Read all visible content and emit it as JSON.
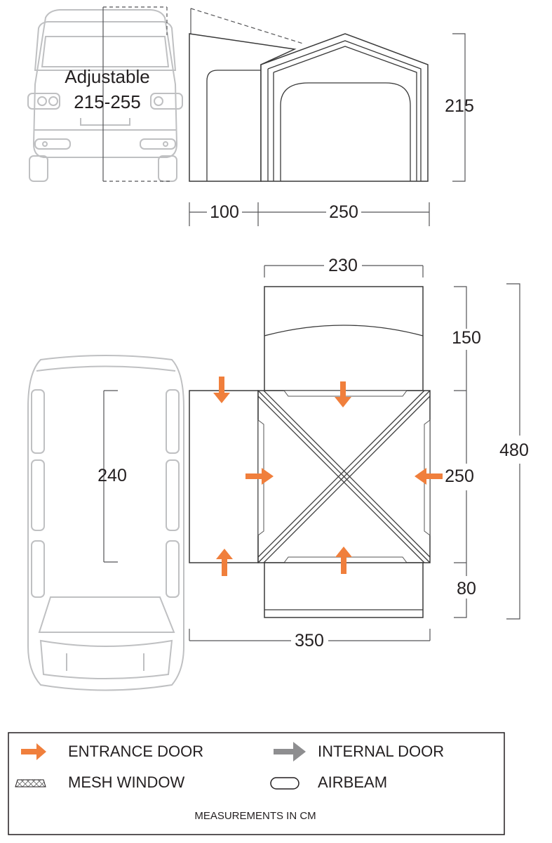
{
  "rear_view": {
    "vehicle_label_line1": "Adjustable",
    "vehicle_label_line2": "215-255",
    "height": "215",
    "width_drive": "100",
    "width_tent": "250"
  },
  "floor_plan": {
    "top_width": "230",
    "front_depth": "150",
    "main_depth": "250",
    "rear_depth": "80",
    "total_depth": "480",
    "total_width": "350",
    "vehicle_length": "240"
  },
  "legend": {
    "entrance_door": "ENTRANCE DOOR",
    "internal_door": "INTERNAL DOOR",
    "mesh_window": "MESH WINDOW",
    "airbeam": "AIRBEAM",
    "measurements": "MEASUREMENTS IN CM",
    "entrance_door_color": "#f07f3c",
    "internal_door_color": "#8e8e90"
  },
  "icons": {
    "entrance_door": "orange-arrow-icon",
    "internal_door": "grey-arrow-icon",
    "mesh_window": "mesh-pattern-icon",
    "airbeam": "airbeam-pill-icon"
  }
}
